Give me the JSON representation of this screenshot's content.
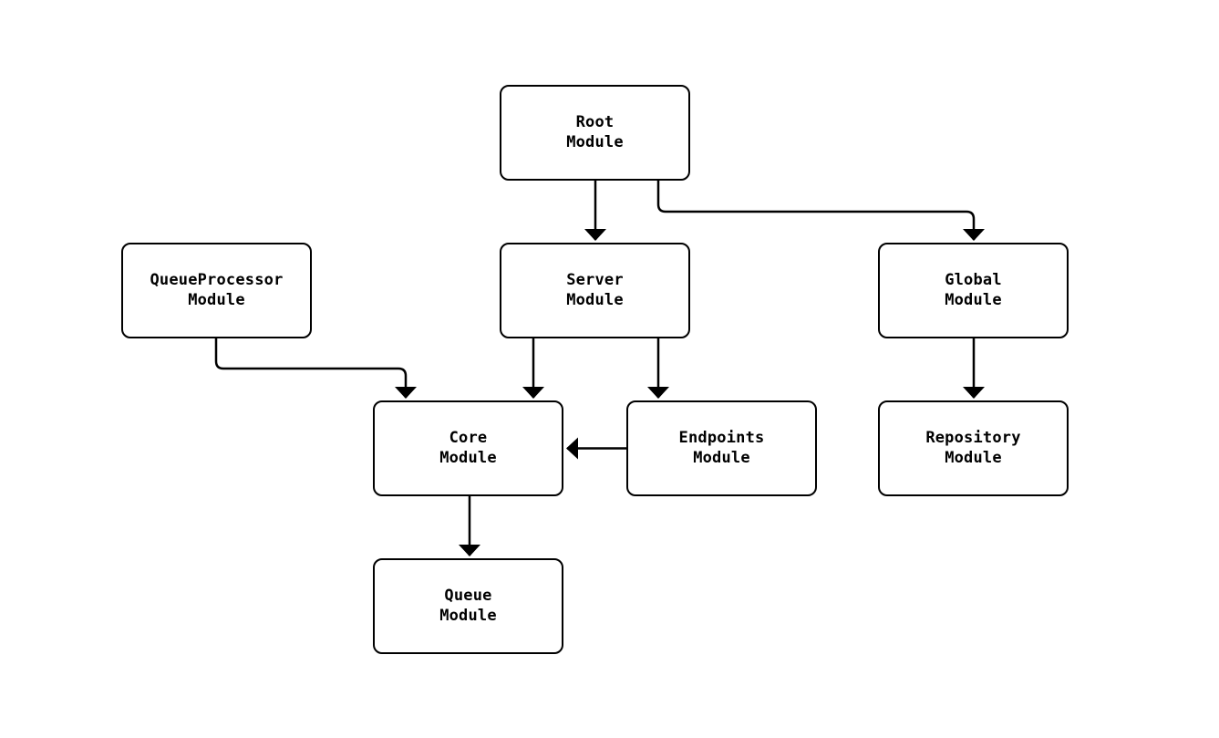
{
  "diagram": {
    "type": "module-dependency-graph",
    "background_color": "#ffffff",
    "node_fill_color": "#ffffff",
    "node_border_color": "#000000",
    "edge_color": "#000000",
    "text_color": "#000000",
    "nodes": [
      {
        "id": "root",
        "line1": "Root",
        "line2": "Module",
        "label": "Root Module"
      },
      {
        "id": "queueprocessor",
        "line1": "QueueProcessor",
        "line2": "Module",
        "label": "QueueProcessor Module"
      },
      {
        "id": "server",
        "line1": "Server",
        "line2": "Module",
        "label": "Server Module"
      },
      {
        "id": "global",
        "line1": "Global",
        "line2": "Module",
        "label": "Global Module"
      },
      {
        "id": "core",
        "line1": "Core",
        "line2": "Module",
        "label": "Core Module"
      },
      {
        "id": "endpoints",
        "line1": "Endpoints",
        "line2": "Module",
        "label": "Endpoints Module"
      },
      {
        "id": "repository",
        "line1": "Repository",
        "line2": "Module",
        "label": "Repository Module"
      },
      {
        "id": "queue",
        "line1": "Queue",
        "line2": "Module",
        "label": "Queue Module"
      }
    ],
    "edges": [
      {
        "from": "Root Module",
        "to": "Server Module"
      },
      {
        "from": "Root Module",
        "to": "Global Module"
      },
      {
        "from": "QueueProcessor Module",
        "to": "Core Module"
      },
      {
        "from": "Server Module",
        "to": "Core Module"
      },
      {
        "from": "Server Module",
        "to": "Endpoints Module"
      },
      {
        "from": "Endpoints Module",
        "to": "Core Module"
      },
      {
        "from": "Global Module",
        "to": "Repository Module"
      },
      {
        "from": "Core Module",
        "to": "Queue Module"
      }
    ]
  }
}
